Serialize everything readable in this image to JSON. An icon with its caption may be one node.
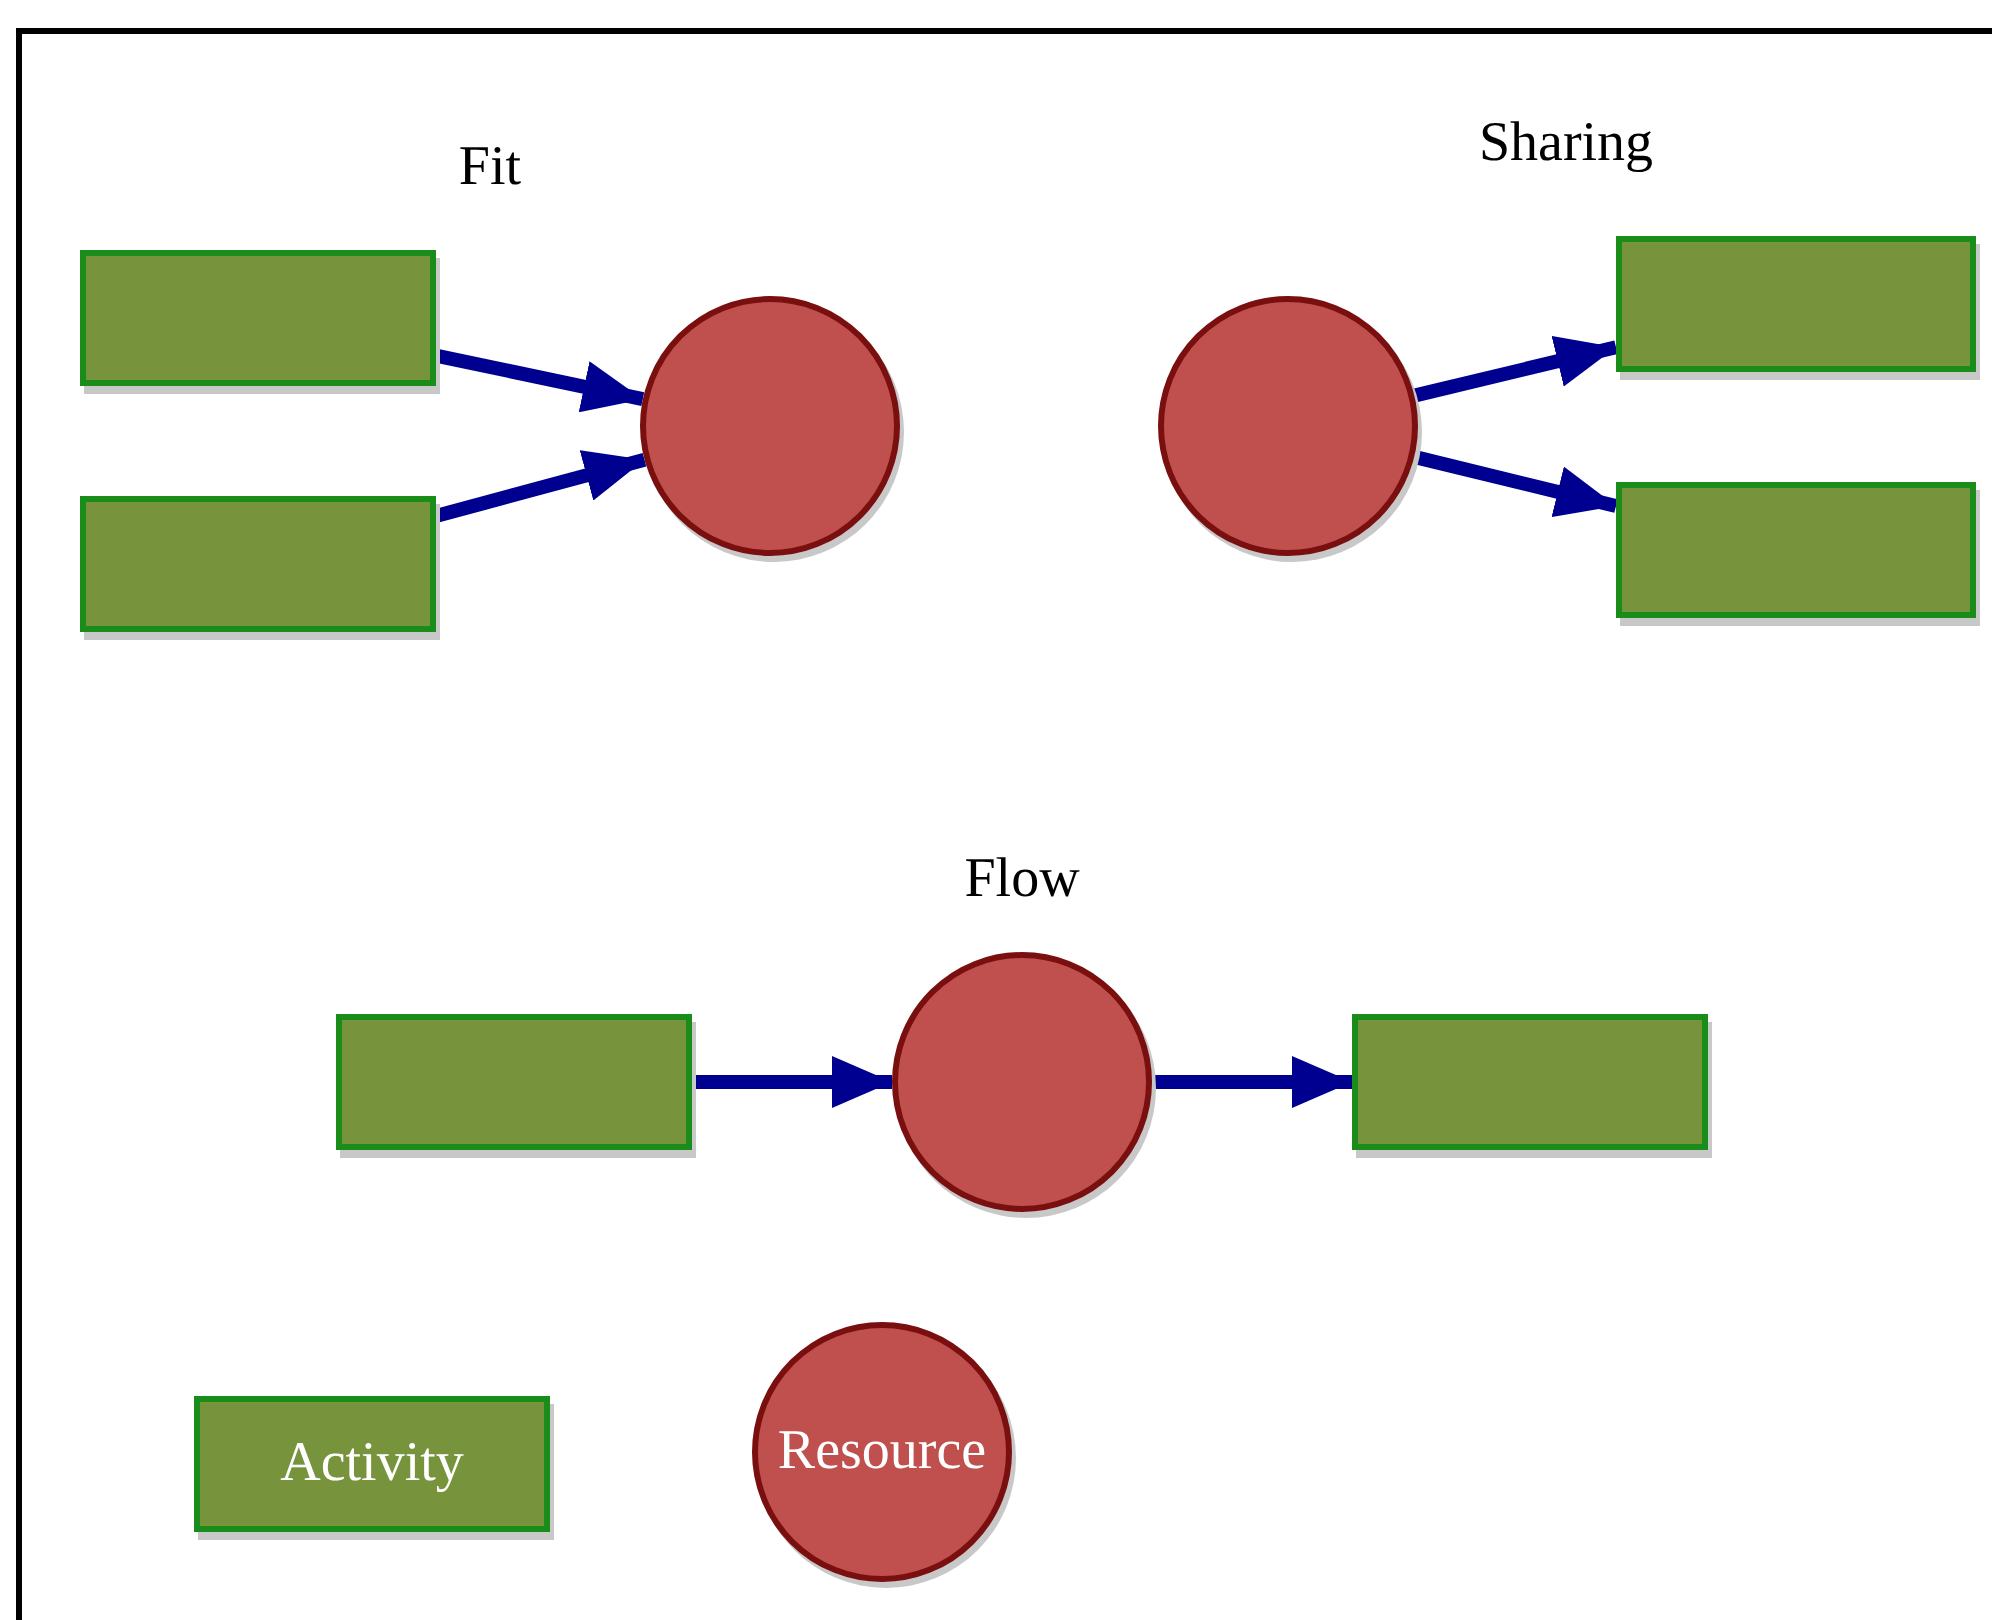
{
  "diagram": {
    "nodes": [
      {
        "text": [],
        "shape": "box"
      },
      {
        "text": [],
        "shape": "box"
      },
      {
        "text": [],
        "shape": "circle"
      },
      {
        "text": [],
        "shape": "circle"
      },
      {
        "text": [],
        "shape": "box"
      },
      {
        "text": [],
        "shape": "box"
      },
      {
        "text": [],
        "shape": "box"
      },
      {
        "text": [],
        "shape": "circle"
      },
      {
        "text": [],
        "shape": "box"
      },
      {
        "text": [
          "Activity"
        ]
      },
      {
        "text": [
          "Resource"
        ]
      }
    ],
    "edges": [
      {
        "from": 0,
        "to": 2,
        "arrow": "to"
      },
      {
        "from": 1,
        "to": 2,
        "arrow": "to"
      },
      {
        "from": 3,
        "to": 4,
        "arrow": "to"
      },
      {
        "from": 3,
        "to": 5,
        "arrow": "to"
      },
      {
        "from": 6,
        "to": 7,
        "arrow": "to"
      },
      {
        "from": 7,
        "to": 8,
        "arrow": "to"
      }
    ],
    "labels": [
      "Fit",
      "Sharing",
      "Flow"
    ]
  }
}
